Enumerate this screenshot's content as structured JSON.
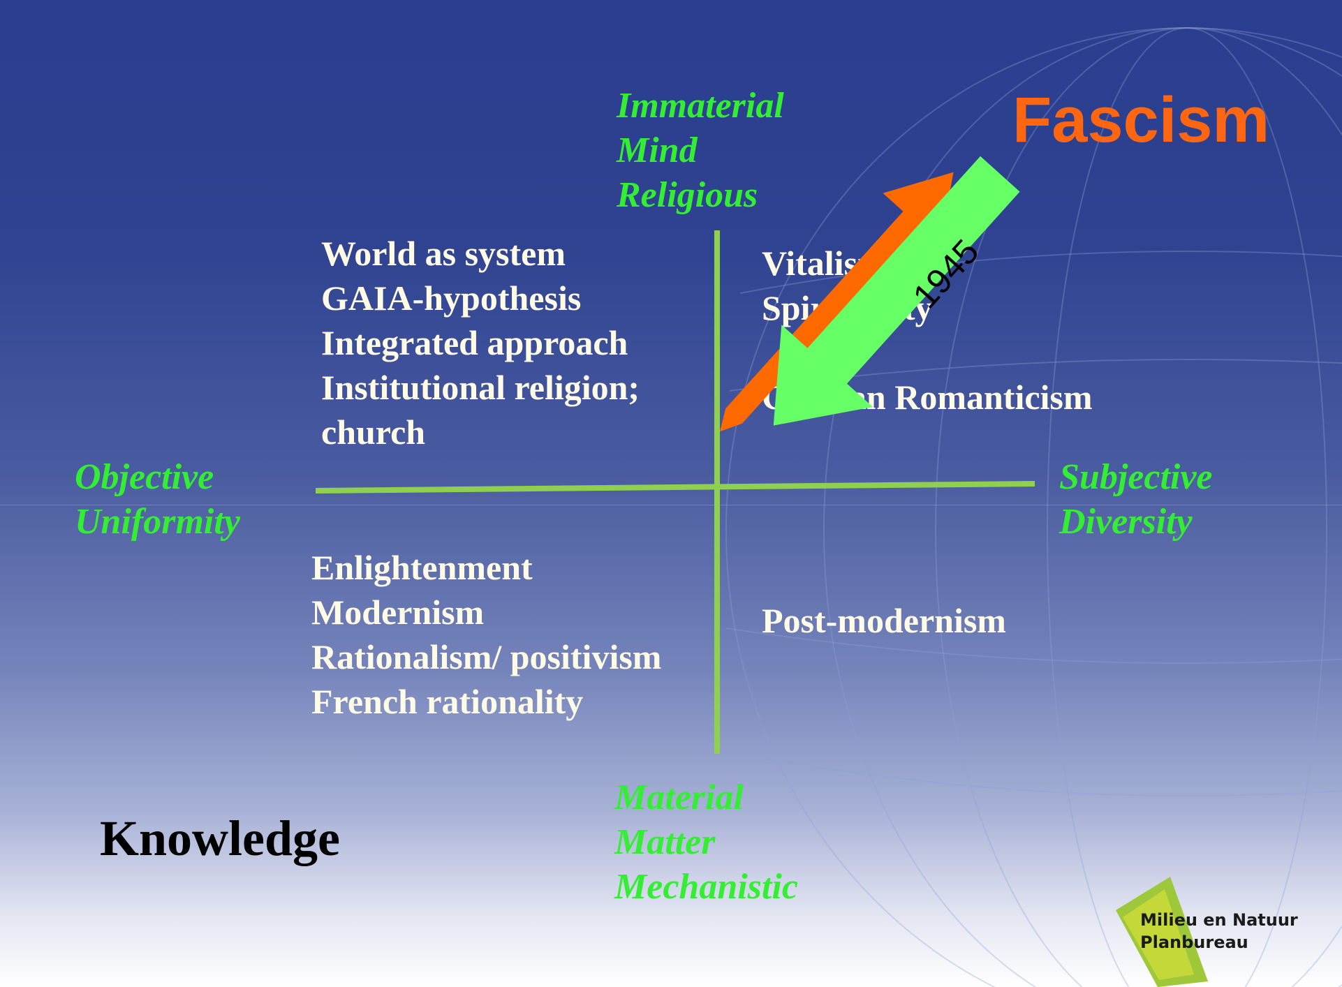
{
  "title": "Fascism",
  "corner_label": "Knowledge",
  "axes": {
    "top": [
      "Immaterial",
      "Mind",
      "Religious"
    ],
    "bottom": [
      "Material",
      "Matter",
      "Mechanistic"
    ],
    "left": [
      "Objective",
      "Uniformity"
    ],
    "right": [
      "Subjective",
      "Diversity"
    ]
  },
  "quadrants": {
    "top_left": [
      "World as system",
      "GAIA-hypothesis",
      "Integrated approach",
      "Institutional religion;",
      "church"
    ],
    "top_right": [
      "Vitalism",
      "Spirituality",
      "German Romanticism"
    ],
    "bottom_left": [
      "Enlightenment",
      "Modernism",
      "Rationalism/ positivism",
      "French rationality"
    ],
    "bottom_right": [
      "Post-modernism"
    ]
  },
  "arrow_label": "1945",
  "logo": {
    "line1": "Milieu en Natuur",
    "line2": "Planbureau"
  },
  "colors": {
    "axis_line": "#8fd14f",
    "axis_text": "#33ee33",
    "title": "#ff6611",
    "arrow_orange": "#ff6a00",
    "arrow_green": "#66ff66"
  }
}
